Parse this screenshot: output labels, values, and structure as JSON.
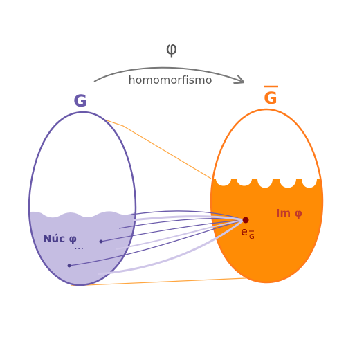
{
  "labels": {
    "phi": "φ",
    "map": "homomorfismo",
    "domain": "G",
    "codomain": "G",
    "kernel": "Núc φ",
    "dots": "...",
    "image": "Im φ",
    "identity": "e",
    "identity_sub": "G"
  },
  "colors": {
    "purple": "#6a5aaa",
    "purple_fill": "#c5bde2",
    "orange": "#ff7a1a",
    "orange_fill": "#ff8c05",
    "text_gray": "#555555",
    "identity_dot": "#8b0000"
  }
}
